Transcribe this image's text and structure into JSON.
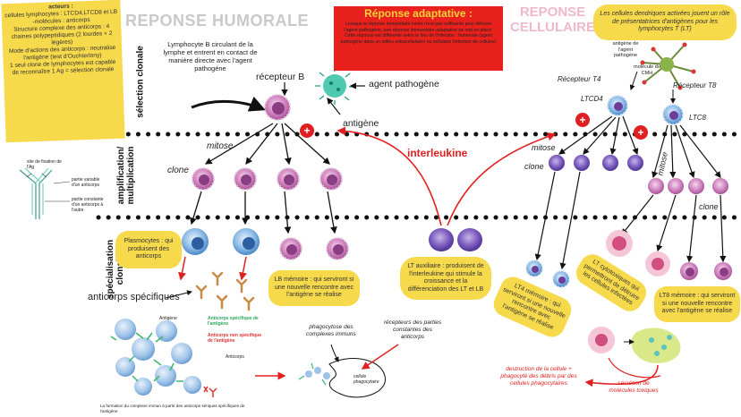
{
  "titles": {
    "humorale": "REPONSE HUMORALE",
    "cellulaire": "REPONSE CELLULAIRE"
  },
  "adaptive_box": {
    "title": "Réponse adaptative :",
    "body": "Lorsque la réponse immunitaire innée n'est pas suffisante pour détruire l'agent pathogène, une réponse immunitaire adaptative se met en place. Cette réponse est différente selon le lieu de l'infection : humorale (agent pathogène dans un milieu extracellulaire) ou cellulaire (infection de cellules)",
    "title_color": "#f6d23a",
    "bg_color": "#e8211d"
  },
  "acteurs_note": {
    "title": "acteurs :",
    "lines": [
      "cellules lymphocytes : LTCD4,LTCD8 et LB",
      "-molécules : anticorps",
      "Structure complexe des anticorps : 4 chaines polypeptidiques (2 lourdes + 2 légères)",
      "Mode d'actions des anticorps : neutralise l'antigène (test d'Ouchterlony)",
      "1 seul clone de lymphocytes est capable de reconnaître 1 Ag = sélection clonale"
    ]
  },
  "side_labels": {
    "selection": "sélection clonale",
    "amplification": "amplification/ multiplication",
    "specialisation": "spécialisation clonale"
  },
  "labels": {
    "lymphocyte_b": "Lymphocyte B circulant de la lymphe et entrent en contact de manière directe avec l'agent pathogène",
    "recepteur_b": "récepteur B",
    "agent_pathogene": "agent pathogène",
    "antigene": "antigène",
    "mitose_left": "mitose",
    "clone_left": "clone",
    "interleukine": "interleukine",
    "anticorps_specifiques": "anticorps spécifiques",
    "recepteur_t4": "Récepteur T4",
    "ltcd4": "LTCD4",
    "recepteur_t8": "Récepteur T8",
    "ltc8": "LTC8",
    "mitose_right_1": "mitose",
    "clone_right_1": "clone",
    "mitose_right_2": "mitose",
    "clone_right_2": "clone",
    "antigene_cmh": "antigène de l'agent pathogène",
    "molecule_cmh": "molécule du CMH",
    "phagocytose": "phagocytose des complexes immuns",
    "recepteurs_parties": "récepteurs des parties constantes des anticorps",
    "cellule_phagocytaire": "cellule phagocytaire",
    "destruction": "destruction de la cellule + phagocyté des débris par des cellules phagocytaires",
    "secretion": "sécrétion de molécules toxiques"
  },
  "notes": {
    "dendritic": "Les cellules dendriques activées jouent un rôle de présentatrices d'antigènes pour les lymphocytes T (LT)",
    "plasmocytes": "Plasmocytes : qui produisent des anticorps",
    "lb_memoire": "LB mémoire : qui serviront si une nouvelle rencontre avec l'antigène se réalise",
    "lt_auxiliaire": "LT auxiliaire : produisent de l'interleukine qui stimule la croissance et la différenciation des LT et LB",
    "lt4_memoire": "LT4 mémoire : qui serviront si une nouvelle rencontre avec l'antigène se réalise",
    "lt_cytotoxiques": "LT cytotoxiques qui permettront de détruire les cellules infectées",
    "lt8_memoire": "LT8 mémoire : qui serviront si une nouvelle rencontre avec l'antigène se réalise"
  },
  "legend_complex": {
    "antigene": "Antigène",
    "anticorps_spec": "Anticorps spécifique de l'antigène",
    "anticorps_non_spec": "Anticorps non spécifique de l'antigène",
    "anticorps": "Anticorps",
    "caption": "La formation du complexe immun à partir des anticorps sériques spécifiques de l'antigène"
  },
  "sketch_labels": {
    "site": "site de fixation de l'Ag",
    "chaine_lourde": "partie variable d'un anticorps",
    "constante": "partie constante d'un anticorps à l'autre"
  },
  "colors": {
    "note_yellow": "#f7d94c",
    "cell_pink": "#c77ab7",
    "pathogen": "#4fc9b0",
    "arrow_red": "#e02020",
    "plasmocyte_blue": "#6fa6dc"
  }
}
